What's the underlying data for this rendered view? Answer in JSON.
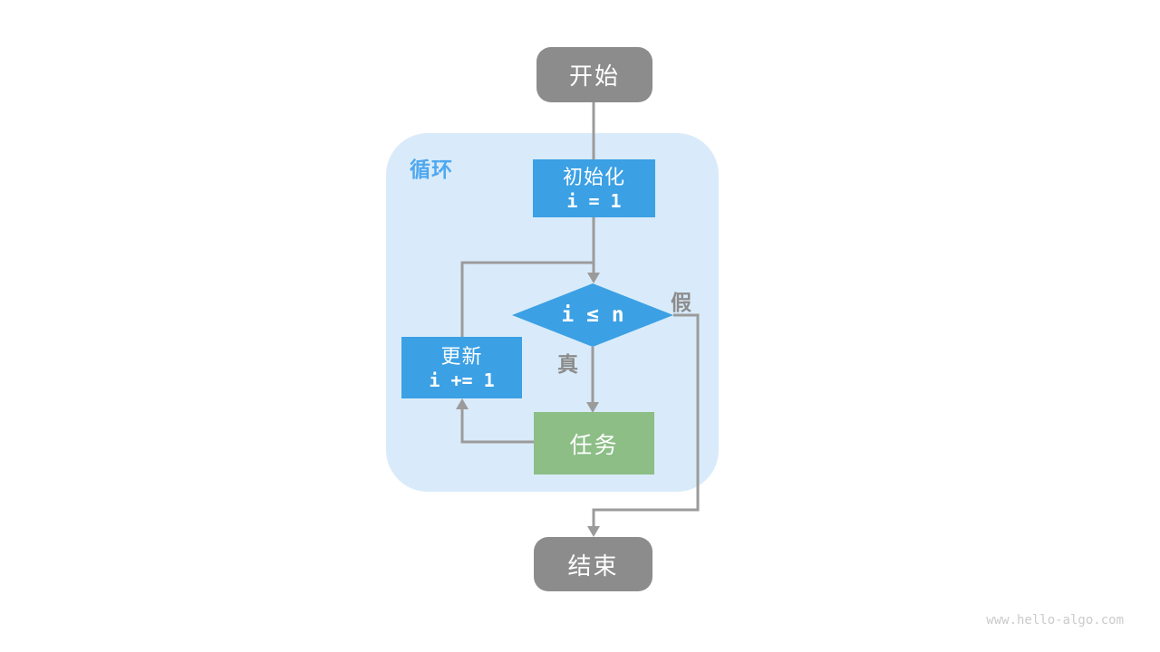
{
  "diagram": {
    "loop_label": "循环",
    "nodes": {
      "start": {
        "label": "开始"
      },
      "init": {
        "label": "初始化",
        "code": "i = 1"
      },
      "condition": {
        "label": "i ≤ n"
      },
      "update": {
        "label": "更新",
        "code": "i += 1"
      },
      "task": {
        "label": "任务"
      },
      "end": {
        "label": "结束"
      }
    },
    "edges": {
      "true_label": "真",
      "false_label": "假"
    },
    "colors": {
      "node_blue": "#3BA0E4",
      "node_green": "#8CBE86",
      "node_gray": "#8C8C8C",
      "container_bg": "#D9EBFA",
      "line_gray": "#9B9B9B",
      "loop_label_blue": "#4FA8EE"
    }
  },
  "watermark": "www.hello-algo.com"
}
